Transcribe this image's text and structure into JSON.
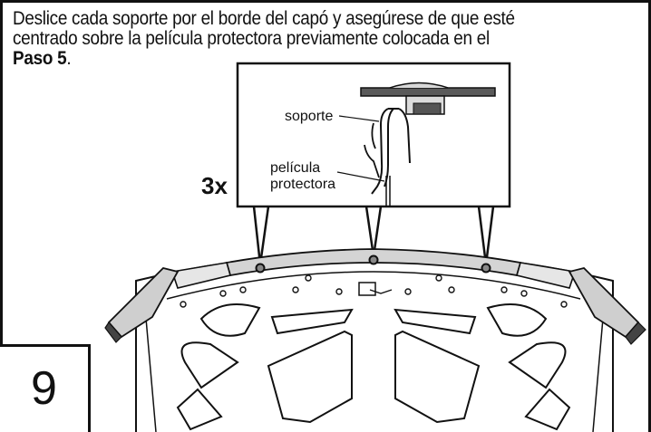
{
  "instruction": {
    "line1": "Deslice cada soporte por el borde del capó y asegúrese de que esté",
    "line2": "centrado sobre la película protectora previamente colocada en el",
    "step_ref": "Paso 5",
    "step_ref_suffix": "."
  },
  "callout": {
    "label_bracket": "soporte",
    "label_film_line1": "película",
    "label_film_line2": "protectora",
    "quantity": "3x"
  },
  "step": {
    "number": "9"
  }
}
